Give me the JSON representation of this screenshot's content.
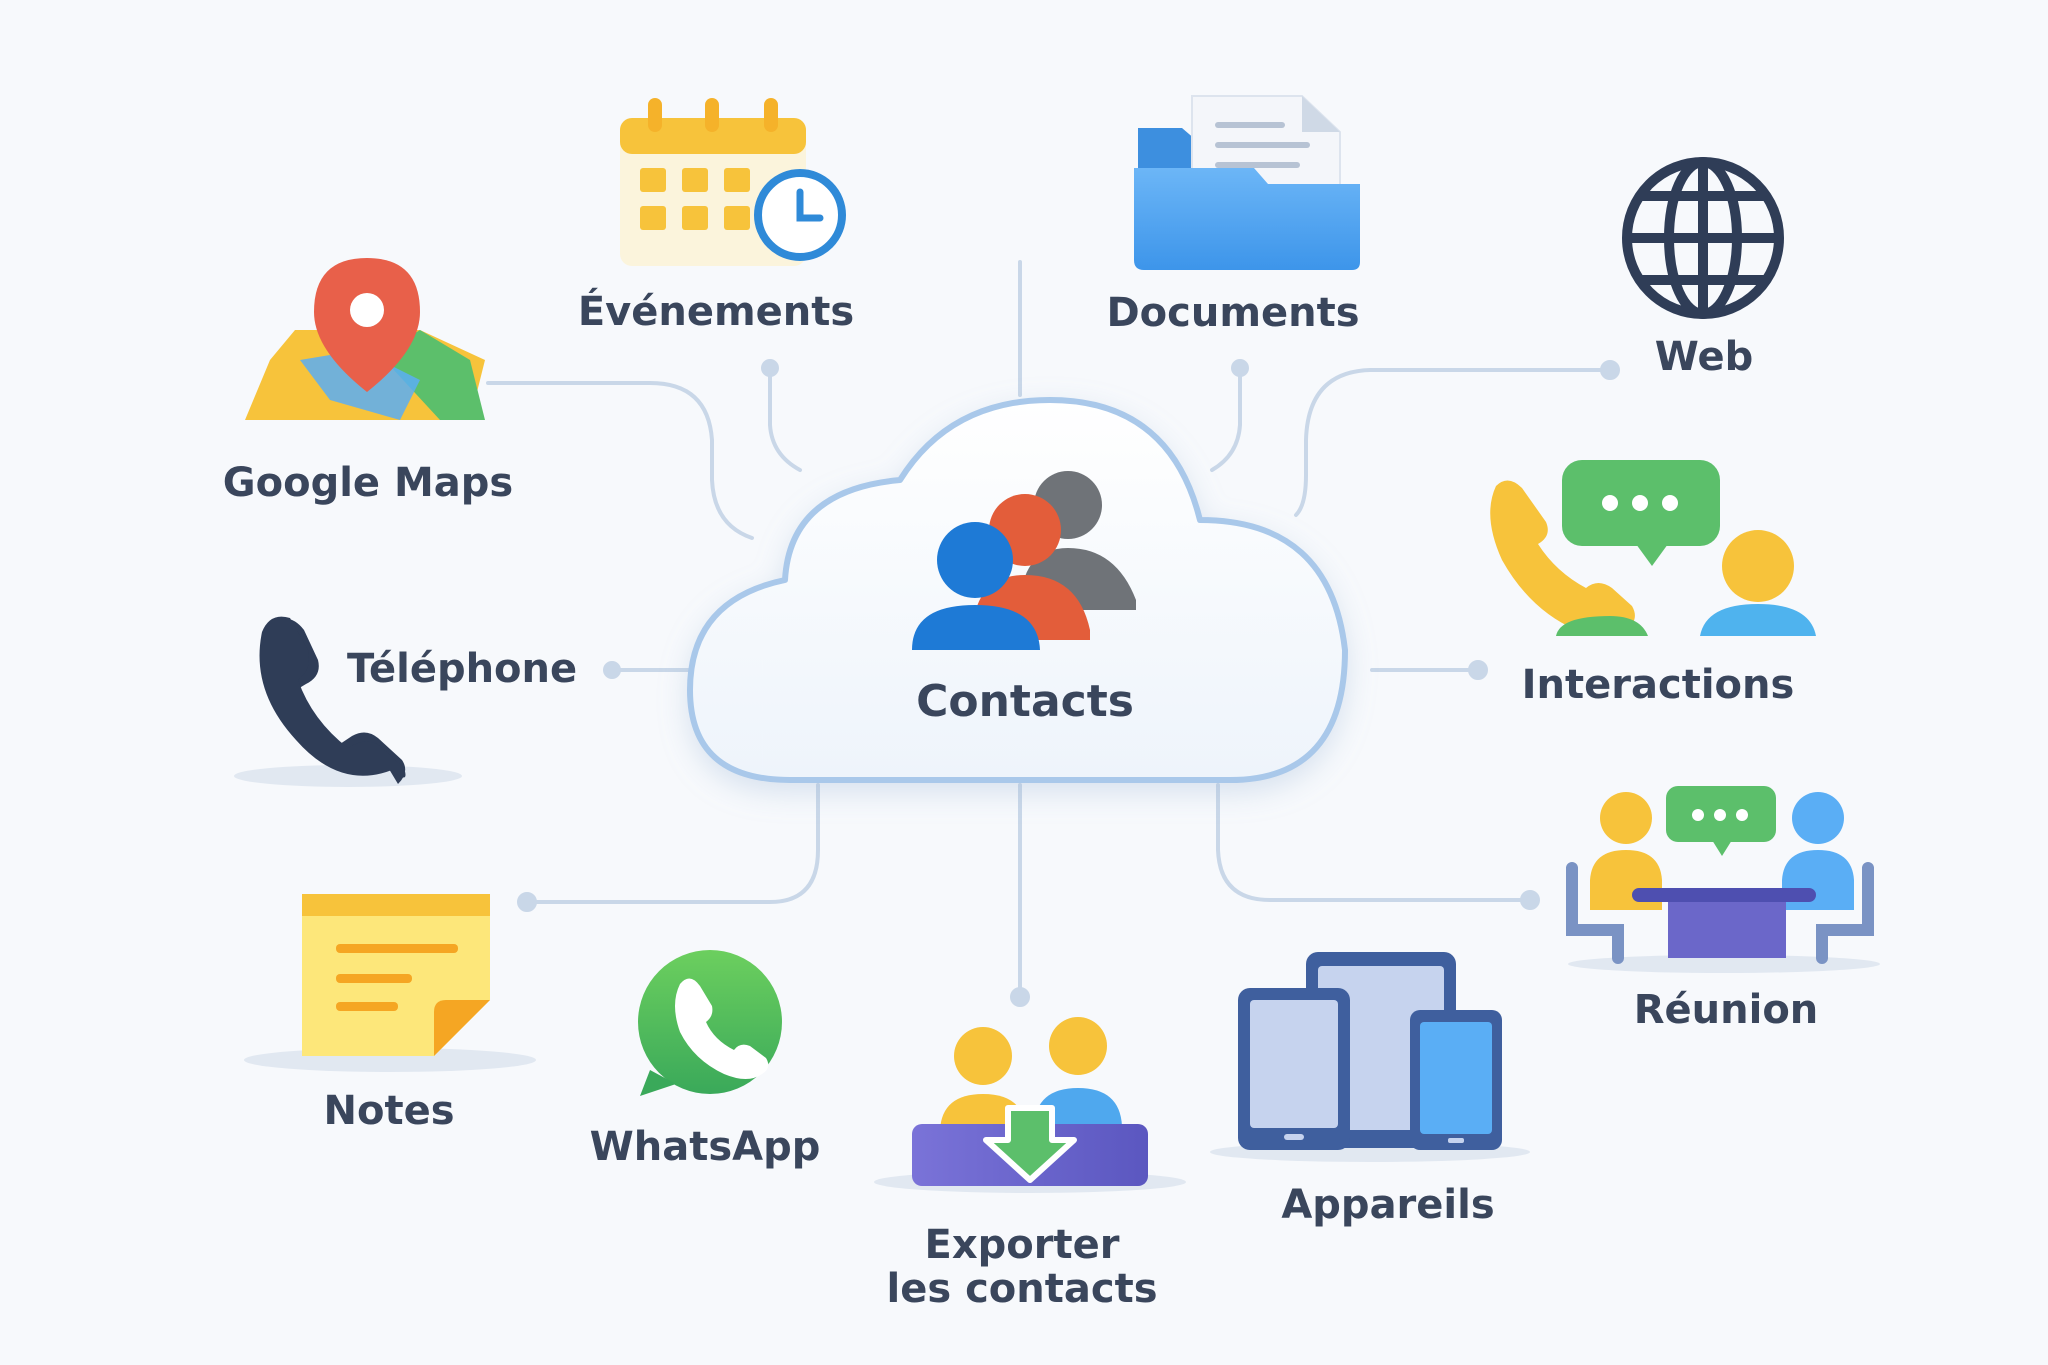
{
  "center": {
    "label": "Contacts",
    "icon": "people-group-icon"
  },
  "nodes": {
    "google_maps": {
      "label": "Google Maps",
      "icon": "map-pin-icon"
    },
    "evenements": {
      "label": "Événements",
      "icon": "calendar-clock-icon"
    },
    "documents": {
      "label": "Documents",
      "icon": "folder-document-icon"
    },
    "web": {
      "label": "Web",
      "icon": "globe-icon"
    },
    "telephone": {
      "label": "Téléphone",
      "icon": "phone-handset-icon"
    },
    "interactions": {
      "label": "Interactions",
      "icon": "phone-chat-person-icon"
    },
    "notes": {
      "label": "Notes",
      "icon": "sticky-note-icon"
    },
    "whatsapp": {
      "label": "WhatsApp",
      "icon": "whatsapp-icon"
    },
    "exporter": {
      "label_line1": "Exporter",
      "label_line2": "les contacts",
      "icon": "export-download-icon"
    },
    "appareils": {
      "label": "Appareils",
      "icon": "devices-icon"
    },
    "reunion": {
      "label": "Réunion",
      "icon": "meeting-icon"
    }
  },
  "colors": {
    "text": "#3a465c",
    "connector": "#c9d7e8",
    "cloud_fill": "#ffffff",
    "cloud_stroke": "#a9c8ea",
    "person_blue": "#1e7ad6",
    "person_red": "#e35d3a",
    "person_gray": "#6f7378",
    "yellow": "#f7c33b",
    "green": "#5cbf6b",
    "light_blue": "#5aaef5",
    "purple": "#6b67c9",
    "navy": "#2f3d57"
  }
}
